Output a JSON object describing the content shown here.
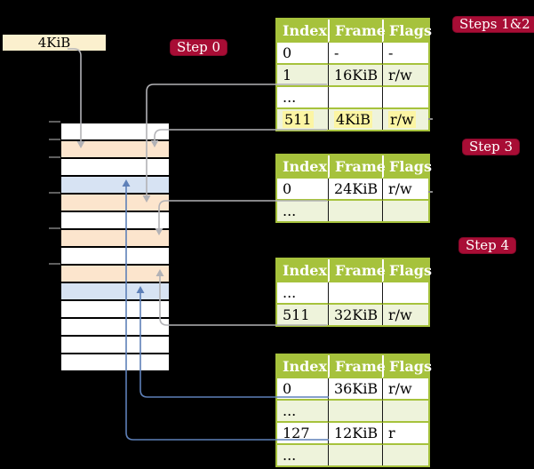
{
  "diagram": {
    "frame_label": "4KiB",
    "badges": {
      "step0": "Step 0",
      "steps12": "Steps 1&2",
      "step3": "Step 3",
      "step4": "Step 4"
    },
    "memory_column": {
      "row_height_bytes": "4KiB",
      "rows": [
        "free",
        "page-table",
        "free",
        "mapped-frame",
        "page-table",
        "free",
        "page-table",
        "free",
        "page-table",
        "mapped-frame",
        "free",
        "free",
        "free",
        "free"
      ],
      "tick_marks_at_rows": [
        0,
        1,
        2,
        4,
        6,
        8
      ]
    },
    "connectors": [
      {
        "id": "cr3-arrow",
        "from": "4KiB label",
        "to": "memory row 4KiB",
        "color": "gray"
      },
      {
        "id": "l4-entry1-arrow",
        "from": "table1 row 1 (16KiB)",
        "to": "memory row 16KiB",
        "color": "gray"
      },
      {
        "id": "l4-entry511-arrow",
        "from": "table1 row 511 (4KiB)",
        "to": "memory row 4KiB",
        "color": "gray"
      },
      {
        "id": "l3-entry0-arrow",
        "from": "table2 row 0 (24KiB)",
        "to": "memory row 24KiB",
        "color": "gray"
      },
      {
        "id": "l2-entry511-arrow",
        "from": "table3 row 511 (32KiB)",
        "to": "memory row 32KiB",
        "color": "gray"
      },
      {
        "id": "l1-entry0-arrow",
        "from": "table4 row 0 (36KiB)",
        "to": "memory row 36KiB",
        "color": "blue"
      },
      {
        "id": "l1-entry127-arrow",
        "from": "table4 row 127 (12KiB)",
        "to": "memory row 12KiB",
        "color": "blue"
      }
    ]
  },
  "tables": {
    "headers": [
      "Index",
      "Frame",
      "Flags"
    ],
    "t1": {
      "rows": [
        [
          "0",
          "-",
          "-"
        ],
        [
          "1",
          "16KiB",
          "r/w"
        ],
        [
          "...",
          "",
          ""
        ],
        [
          "511",
          "4KiB",
          "r/w"
        ]
      ],
      "highlighted_row": "511"
    },
    "t2": {
      "rows": [
        [
          "0",
          "24KiB",
          "r/w"
        ],
        [
          "...",
          "",
          ""
        ]
      ]
    },
    "t3": {
      "rows": [
        [
          "...",
          "",
          ""
        ],
        [
          "511",
          "32KiB",
          "r/w"
        ]
      ]
    },
    "t4": {
      "rows": [
        [
          "0",
          "36KiB",
          "r/w"
        ],
        [
          "...",
          "",
          ""
        ],
        [
          "127",
          "12KiB",
          "r"
        ],
        [
          "...",
          "",
          ""
        ]
      ]
    }
  },
  "colors": {
    "background": "#000000",
    "badge_red": "#a80d35",
    "table_header_green": "#a6c23c",
    "table_alt_row_green": "#eef3db",
    "page_table_row_orange": "#fce5cd",
    "mapped_frame_row_blue": "#d7e3f3",
    "frame_label_cream": "#fbf0ce",
    "highlight_yellow": "#fcf5a3",
    "gray_connector": "#b2b2b6",
    "blue_connector": "#5e80b8"
  }
}
